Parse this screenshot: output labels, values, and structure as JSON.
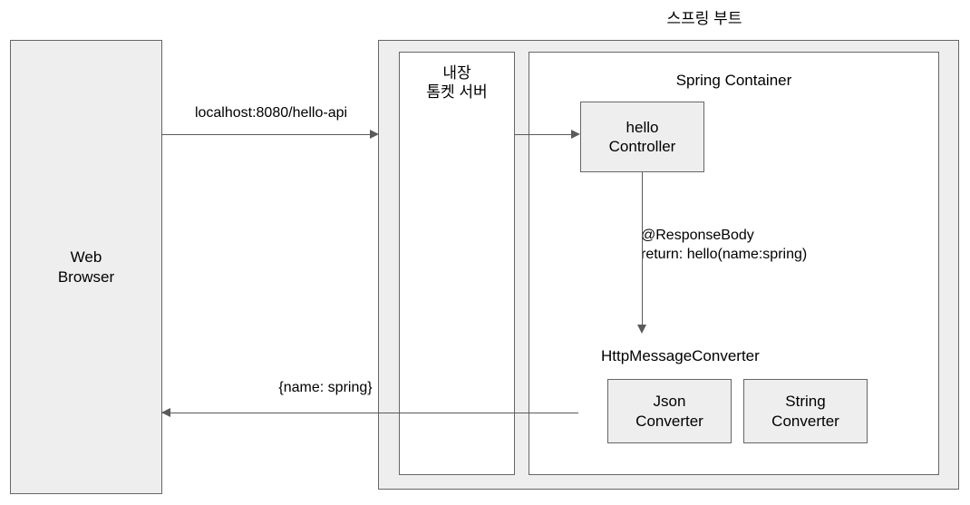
{
  "diagram": {
    "title": "스프링 부트",
    "nodes": {
      "web_browser": "Web\nBrowser",
      "tomcat": "내장\n톰켓 서버",
      "spring_container": "Spring Container",
      "hello_controller": "hello\nController",
      "http_message_converter": "HttpMessageConverter",
      "json_converter": "Json\nConverter",
      "string_converter": "String\nConverter"
    },
    "edges": {
      "request": "localhost:8080/hello-api",
      "response_body": "@ResponseBody\nreturn: hello(name:spring)",
      "response": "{name: spring}"
    },
    "colors": {
      "node_fill": "#eeeeee",
      "node_stroke": "#666666",
      "container_fill": "#ffffff",
      "line": "#5a5a5a",
      "text": "#000000",
      "background": "#ffffff"
    }
  }
}
